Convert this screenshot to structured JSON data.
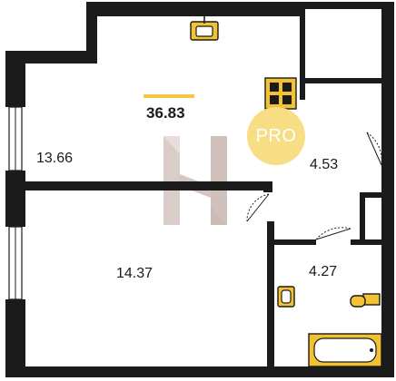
{
  "plan": {
    "total_area": "36.83",
    "rooms": [
      {
        "area": "13.66"
      },
      {
        "area": "14.37"
      },
      {
        "area": "4.53"
      },
      {
        "area": "4.27"
      }
    ],
    "badge_text": "PRO",
    "watermark": "H"
  },
  "colors": {
    "wall": "#1b1b1b",
    "accent": "#f5c842",
    "badge": "#f7de85",
    "watermark": "#d9c8c4",
    "fixture": "#f2c233"
  },
  "icons": [
    "sink-icon",
    "stove-icon",
    "washbasin-icon",
    "toilet-icon",
    "bathtub-icon",
    "door-swing-icon",
    "window-icon"
  ]
}
